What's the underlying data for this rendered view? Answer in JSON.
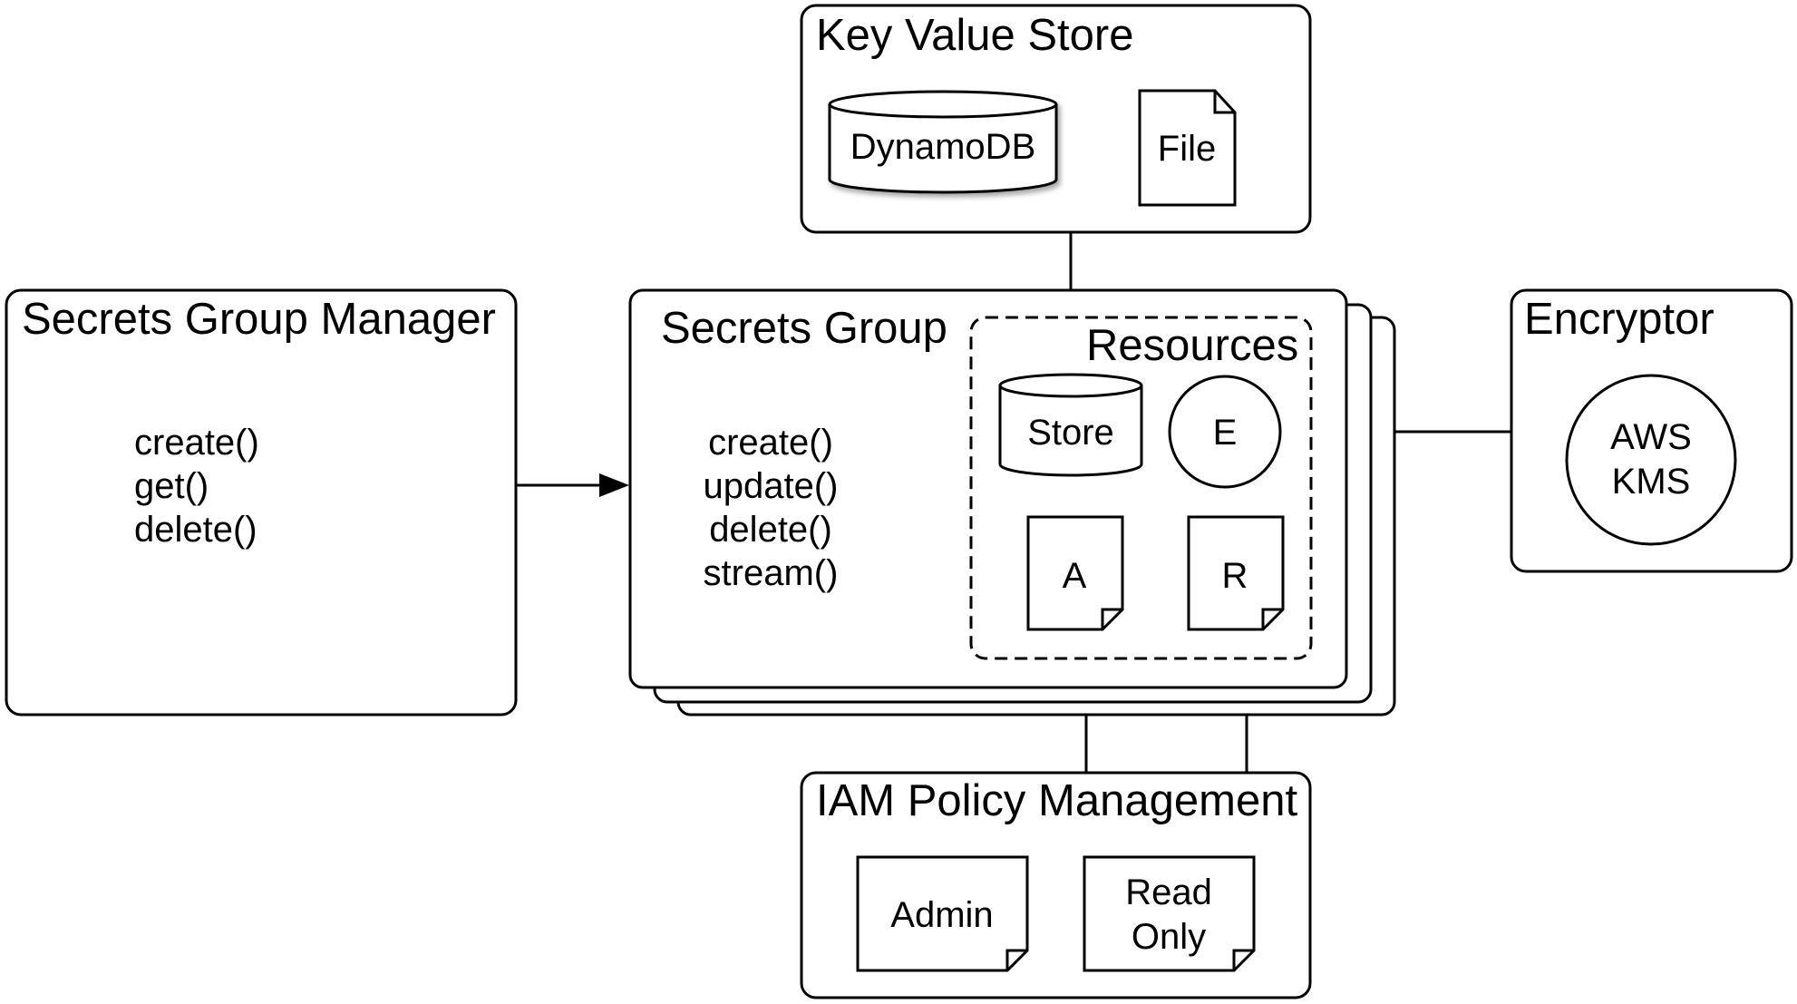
{
  "key_value_store": {
    "title": "Key Value Store",
    "dynamodb": "DynamoDB",
    "file": "File"
  },
  "manager": {
    "title": "Secrets Group Manager",
    "methods": [
      "create()",
      "get()",
      "delete()"
    ]
  },
  "group": {
    "title": "Secrets Group",
    "methods": [
      "create()",
      "update()",
      "delete()",
      "stream()"
    ]
  },
  "resources": {
    "title": "Resources",
    "store": "Store",
    "encryptor": "E",
    "admin_policy": "A",
    "read_policy": "R"
  },
  "encryptor": {
    "title": "Encryptor",
    "kms_line1": "AWS",
    "kms_line2": "KMS"
  },
  "iam": {
    "title": "IAM Policy Management",
    "admin": "Admin",
    "read_line1": "Read",
    "read_line2": "Only"
  }
}
